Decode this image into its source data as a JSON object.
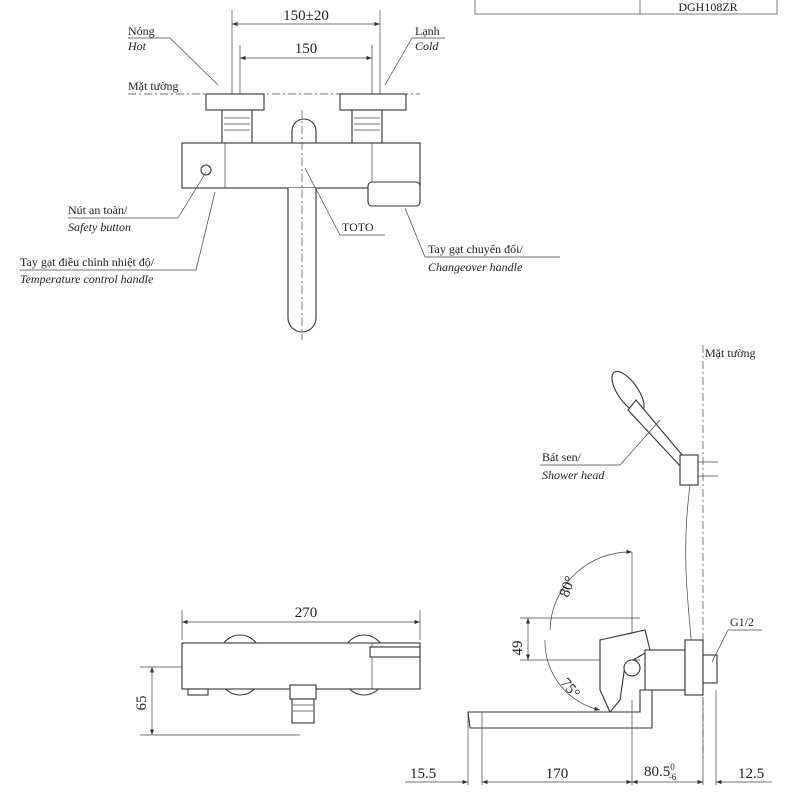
{
  "table": {
    "model": "DGH108ZR"
  },
  "top_view": {
    "dim_outer": "150±20",
    "dim_inner": "150",
    "hot_vi": "Nóng",
    "hot_en": "Hot",
    "cold_vi": "Lạnh",
    "cold_en": "Cold",
    "wall_vi": "Mặt tường",
    "safety_vi": "Nút an toàn/",
    "safety_en": "Safety button",
    "temp_vi": "Tay gạt điều chỉnh nhiệt độ/",
    "temp_en": "Temperature control handle",
    "brand": "TOTO",
    "changeover_vi": "Tay gạt chuyển đổi/",
    "changeover_en": "Changeover handle"
  },
  "front_view": {
    "dim_width": "270",
    "dim_height": "65"
  },
  "side_view": {
    "wall_vi": "Mặt tường",
    "shower_vi": "Bát sen/",
    "shower_en": "Shower head",
    "angle_up": "80°",
    "angle_down": "75°",
    "dim_49": "49",
    "thread": "G1/2",
    "dim_a": "15.5",
    "dim_b": "170",
    "dim_c": "80.5",
    "dim_c_sup": "0",
    "dim_c_sub": "-6",
    "dim_d": "12.5"
  }
}
